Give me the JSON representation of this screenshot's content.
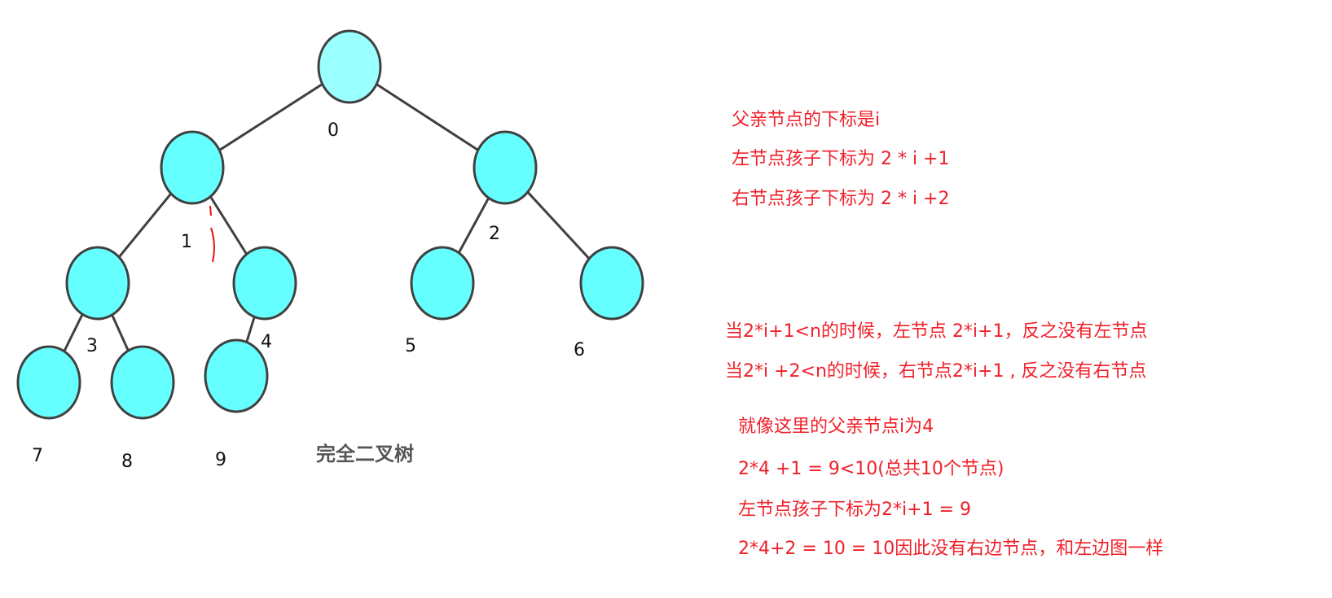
{
  "tree": {
    "caption": "完全二叉树",
    "node_fill": "#66ffff",
    "root_fill": "#99ffff",
    "nodes": [
      {
        "index": "0"
      },
      {
        "index": "1"
      },
      {
        "index": "2"
      },
      {
        "index": "3"
      },
      {
        "index": "4"
      },
      {
        "index": "5"
      },
      {
        "index": "6"
      },
      {
        "index": "7"
      },
      {
        "index": "8"
      },
      {
        "index": "9"
      }
    ],
    "edges": [
      [
        0,
        1
      ],
      [
        0,
        2
      ],
      [
        1,
        3
      ],
      [
        1,
        4
      ],
      [
        2,
        5
      ],
      [
        2,
        6
      ],
      [
        3,
        7
      ],
      [
        3,
        8
      ],
      [
        4,
        9
      ]
    ]
  },
  "notes": {
    "color": "#f0202a",
    "block1": [
      "父亲节点的下标是i",
      "左节点孩子下标为 2 * i +1",
      "右节点孩子下标为 2 * i +2"
    ],
    "block2": [
      "当2*i+1<n的时候，左节点 2*i+1，反之没有左节点",
      "当2*i +2<n的时候，右节点2*i+1 , 反之没有右节点"
    ],
    "block3": [
      "就像这里的父亲节点i为4",
      "2*4 +1 = 9<10(总共10个节点)",
      "左节点孩子下标为2*i+1 = 9",
      "2*4+2 = 10 = 10因此没有右边节点，和左边图一样"
    ]
  }
}
